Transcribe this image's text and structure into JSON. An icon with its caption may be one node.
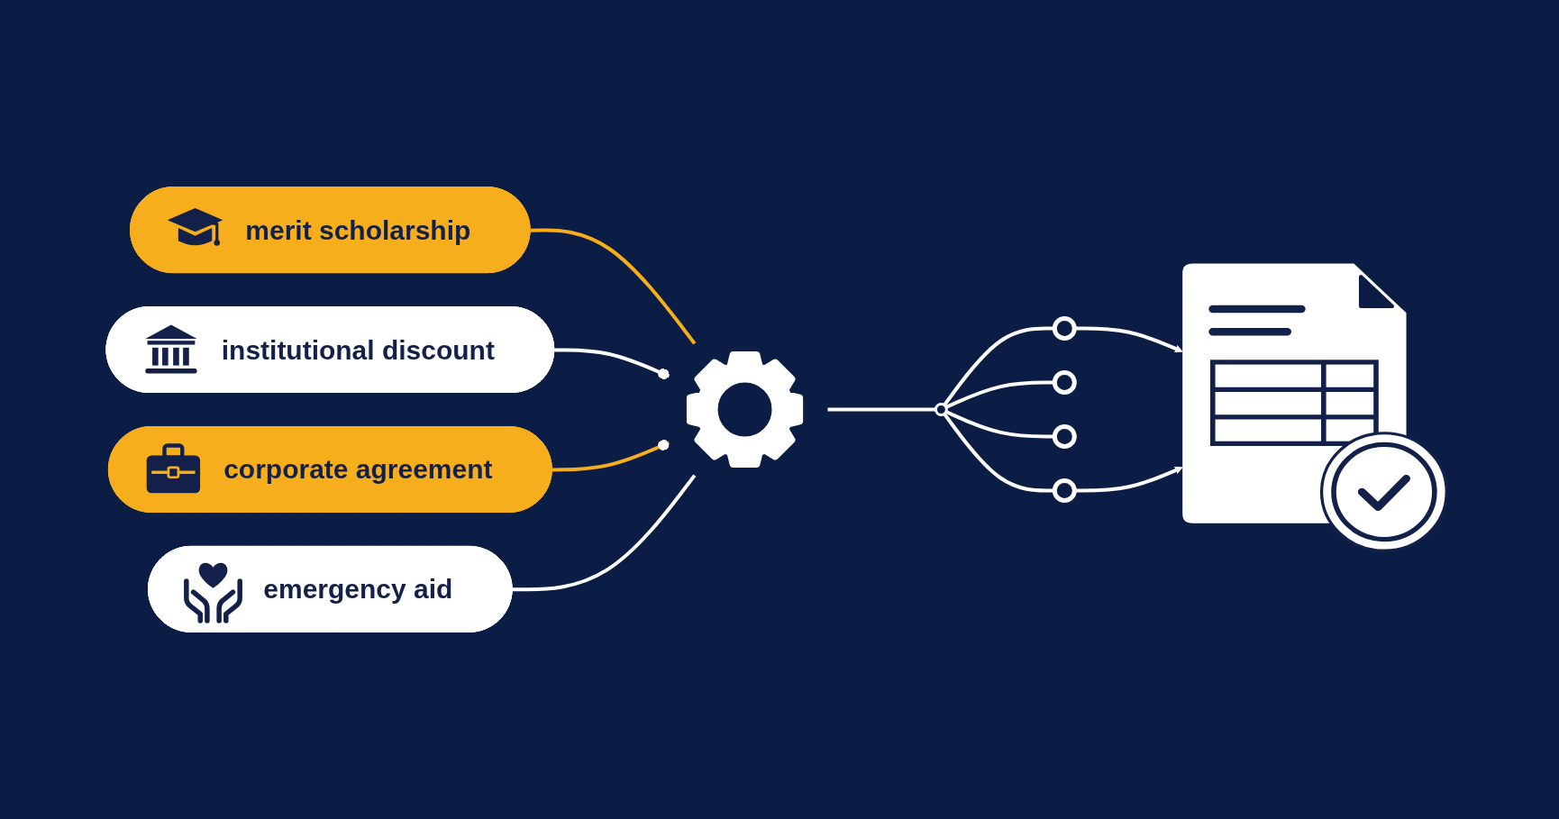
{
  "diagram": {
    "nodes": [
      {
        "text": [
          "merit scholarship"
        ]
      },
      {
        "text": [
          "institutional discount"
        ]
      },
      {
        "text": [
          "corporate agreement"
        ]
      },
      {
        "text": [
          "emergency aid"
        ]
      },
      {
        "text": [],
        "shape": "gear"
      },
      {
        "text": [],
        "shape": "circle"
      },
      {
        "text": [],
        "shape": "circle"
      },
      {
        "text": [],
        "shape": "circle"
      },
      {
        "text": [],
        "shape": "circle"
      },
      {
        "text": [],
        "shape": "circle"
      },
      {
        "text": [],
        "shape": "document"
      }
    ],
    "edges": [
      {
        "from": 0,
        "to": 4,
        "arrow": "none",
        "color": "#f6ae1c"
      },
      {
        "from": 1,
        "to": 4,
        "arrow": "other"
      },
      {
        "from": 2,
        "to": 4,
        "arrow": "other",
        "color": "#f6ae1c"
      },
      {
        "from": 3,
        "to": 4,
        "arrow": "none"
      },
      {
        "from": 4,
        "to": 5,
        "arrow": "none"
      },
      {
        "from": 5,
        "to": 6,
        "arrow": "none"
      },
      {
        "from": 5,
        "to": 7,
        "arrow": "none"
      },
      {
        "from": 5,
        "to": 8,
        "arrow": "none"
      },
      {
        "from": 5,
        "to": 9,
        "arrow": "none"
      },
      {
        "from": 6,
        "to": 10,
        "arrow": "to"
      },
      {
        "from": 9,
        "to": 10,
        "arrow": "to"
      }
    ]
  }
}
